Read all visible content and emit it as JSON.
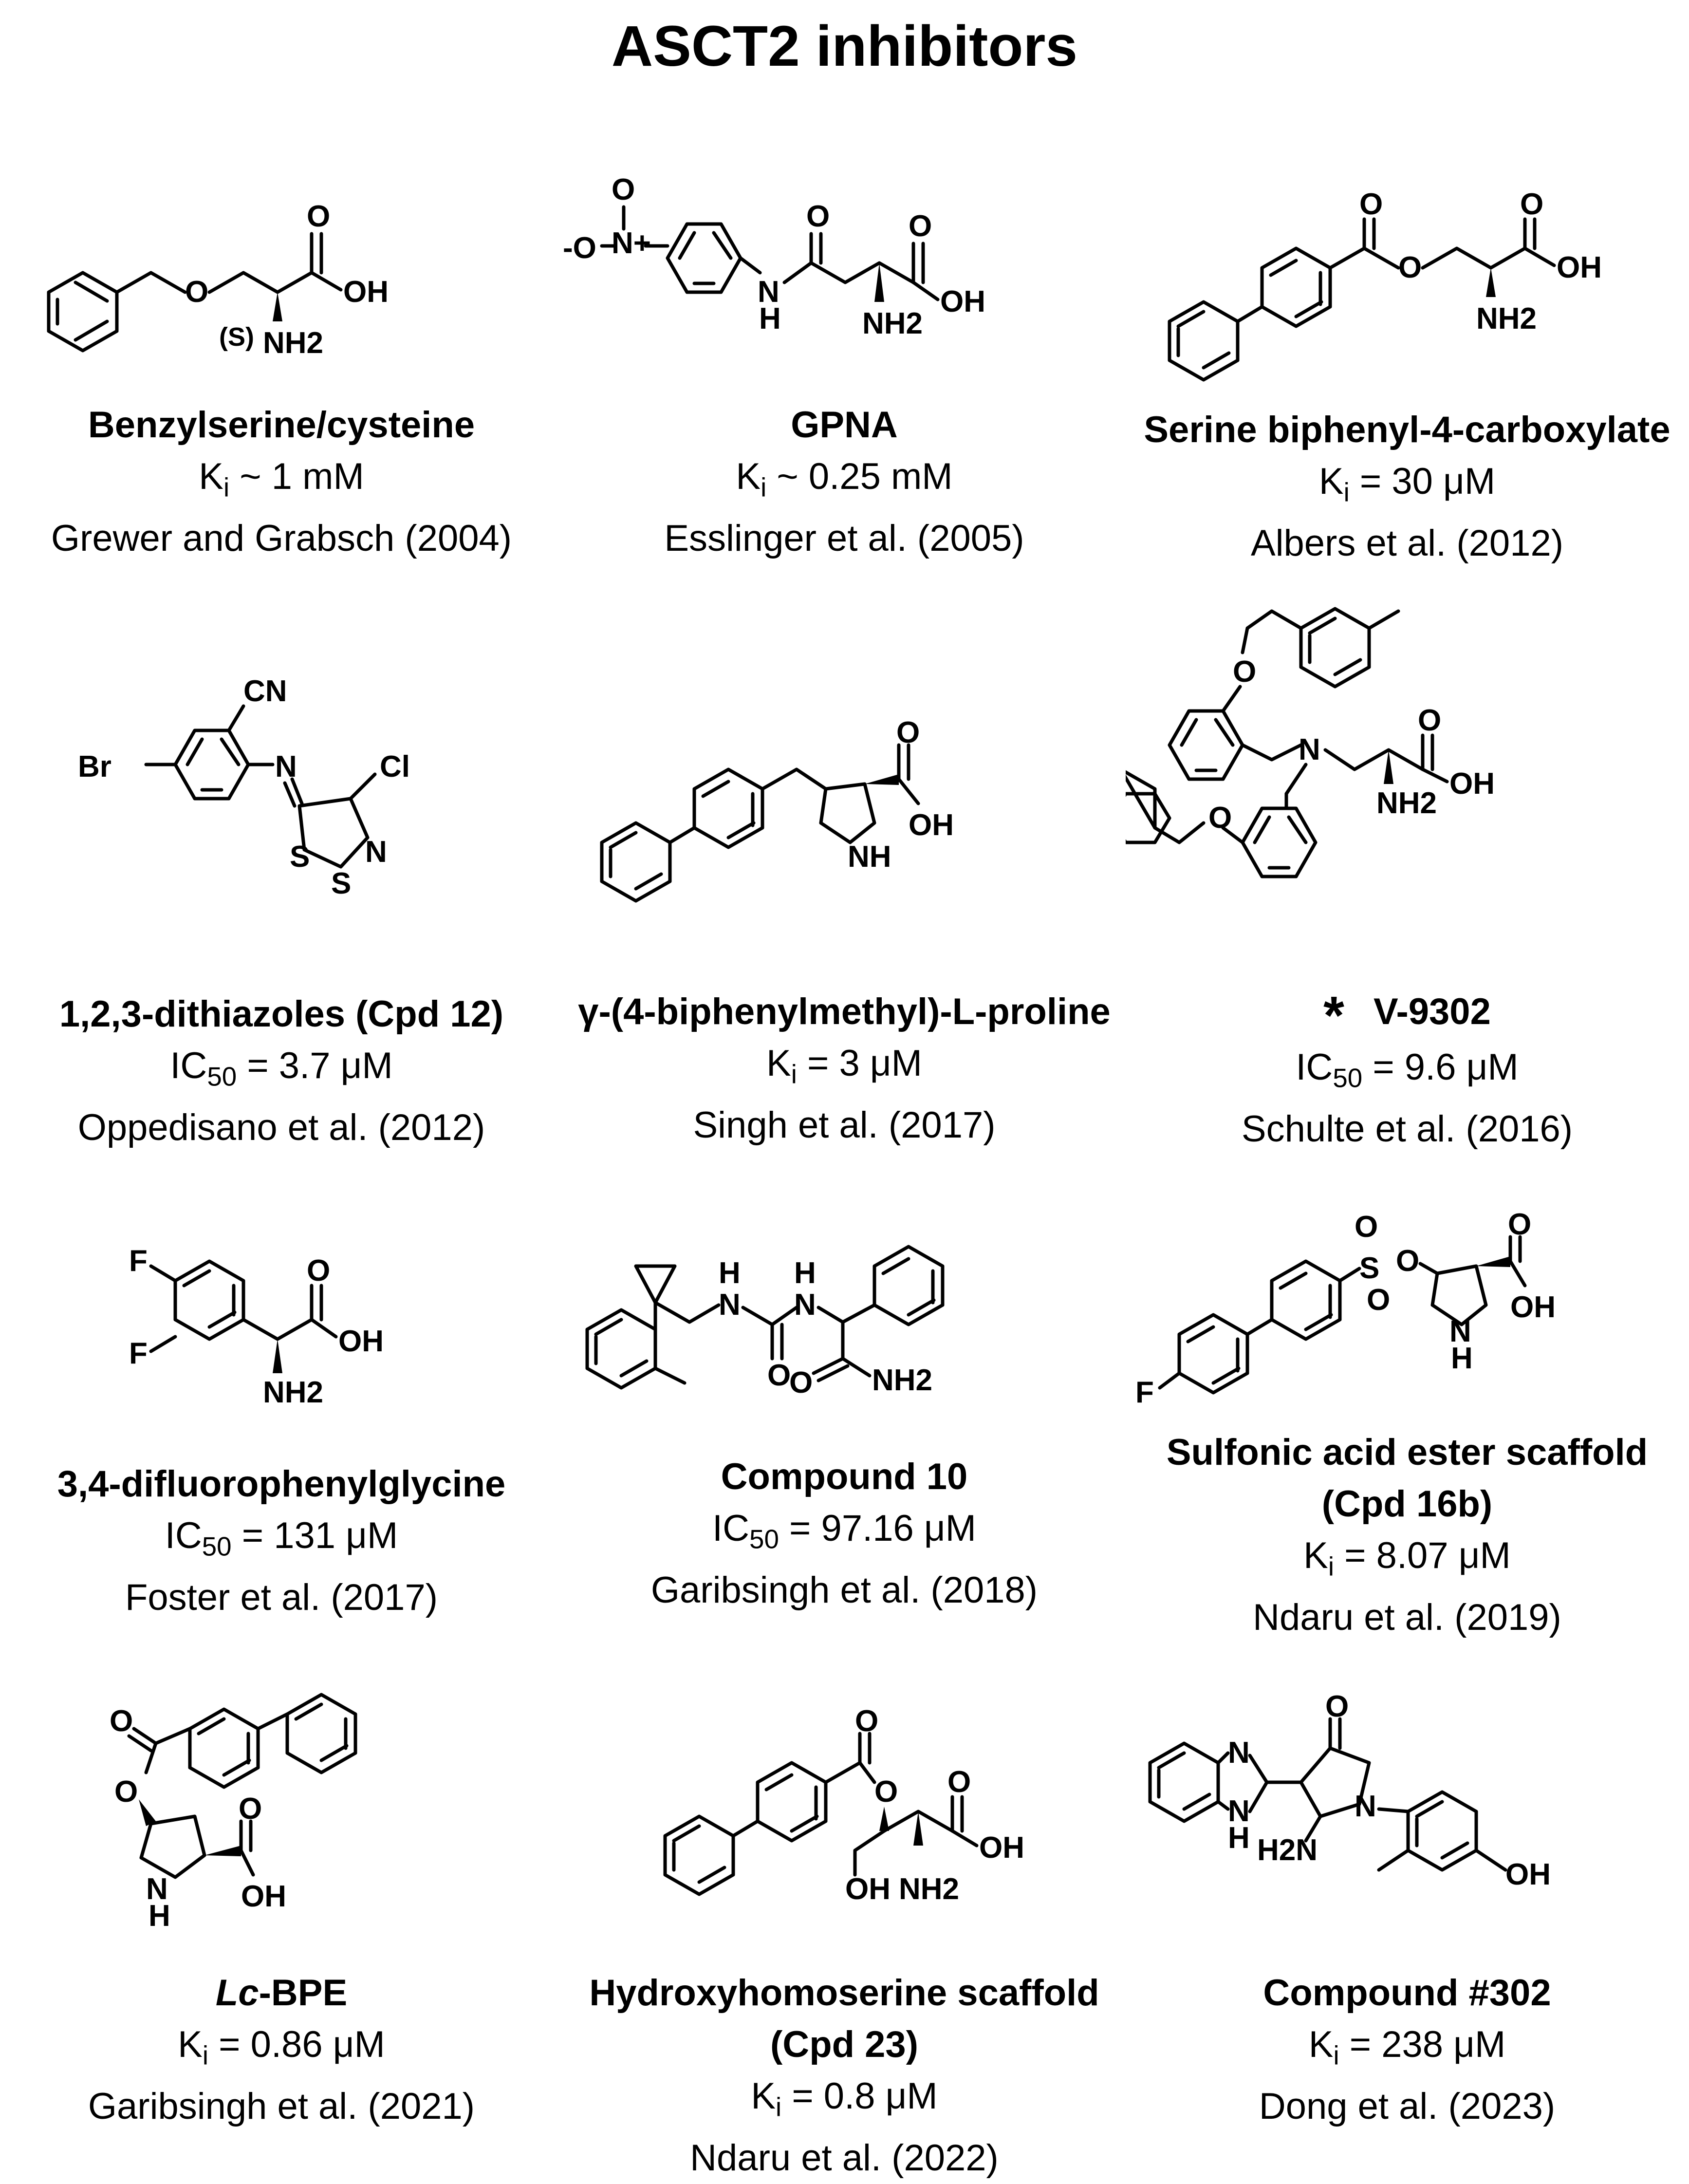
{
  "title": "ASCT2 inhibitors",
  "compounds": [
    {
      "name": "Benzylserine/cysteine",
      "metric": "K",
      "metric_sub": "i",
      "value": "~ 1 mM",
      "ref": "Grewer and Grabsch (2004)",
      "atoms": {
        "o": "O",
        "s": "(S)",
        "oh": "OH",
        "o2": "O",
        "nh2": "NH2"
      }
    },
    {
      "name": "GPNA",
      "metric": "K",
      "metric_sub": "i",
      "value": "~ 0.25 mM",
      "ref": "Esslinger et al. (2005)",
      "atoms": {
        "o_minus": "-O",
        "n_plus": "N+",
        "o_nitro": "O",
        "nh": "N",
        "h": "H",
        "o_amide": "O",
        "o_acid": "O",
        "oh": "OH",
        "nh2": "NH2"
      }
    },
    {
      "name": "Serine biphenyl-4-carboxylate",
      "metric": "K",
      "metric_sub": "i",
      "value": "= 30 μM",
      "ref": "Albers et al. (2012)",
      "atoms": {
        "o_ester": "O",
        "o_ketone": "O",
        "o_acid": "O",
        "oh": "OH",
        "nh2": "NH2"
      }
    },
    {
      "name": "1,2,3-dithiazoles (Cpd 12)",
      "metric": "IC",
      "metric_sub": "50",
      "value": "= 3.7 μM",
      "ref": "Oppedisano et al. (2012)",
      "atoms": {
        "cn": "CN",
        "br": "Br",
        "n": "N",
        "cl": "Cl",
        "s1": "S",
        "s2": "S",
        "n2": "N"
      }
    },
    {
      "name": "γ-(4-biphenylmethyl)-L-proline",
      "metric": "K",
      "metric_sub": "i",
      "value": "= 3 μM",
      "ref": "Singh et al. (2017)",
      "atoms": {
        "nh": "NH",
        "o": "O",
        "oh": "OH"
      }
    },
    {
      "name": "V-9302",
      "marker": "*",
      "metric": "IC",
      "metric_sub": "50",
      "value": "= 9.6 μM",
      "ref": "Schulte et al. (2016)",
      "atoms": {
        "o_top": "O",
        "n": "N",
        "o_left": "O",
        "o_acid": "O",
        "oh": "OH",
        "nh2": "NH2"
      }
    },
    {
      "name": "3,4-difluorophenylglycine",
      "metric": "IC",
      "metric_sub": "50",
      "value": "= 131 μM",
      "ref": "Foster et al. (2017)",
      "atoms": {
        "f1": "F",
        "f2": "F",
        "o": "O",
        "oh": "OH",
        "nh2": "NH2"
      }
    },
    {
      "name": "Compound 10",
      "metric": "IC",
      "metric_sub": "50",
      "value": "= 97.16 μM",
      "ref": "Garibsingh et al. (2018)",
      "atoms": {
        "h1": "H",
        "n1": "N",
        "h2": "H",
        "n2": "N",
        "o_urea": "O",
        "o_amide": "O",
        "nh2": "NH2"
      }
    },
    {
      "name": "Sulfonic acid ester scaffold (Cpd 16b)",
      "metric": "K",
      "metric_sub": "i",
      "value": "= 8.07 μM",
      "ref": "Ndaru et al. (2019)",
      "atoms": {
        "o_top": "O",
        "s": "S",
        "o_bot": "O",
        "o_link": "O",
        "n": "N",
        "h": "H",
        "o_acid": "O",
        "oh": "OH",
        "f": "F"
      }
    },
    {
      "name_italic": "Lc",
      "name": "-BPE",
      "metric": "K",
      "metric_sub": "i",
      "value": "= 0.86 μM",
      "ref": "Garibsingh et al. (2021)",
      "atoms": {
        "o_ketone": "O",
        "o_ester": "O",
        "n": "N",
        "h": "H",
        "o_acid": "O",
        "oh": "OH"
      }
    },
    {
      "name": "Hydroxyhomoserine scaffold (Cpd 23)",
      "metric": "K",
      "metric_sub": "i",
      "value": "= 0.8 μM",
      "ref": "Ndaru et al. (2022)",
      "atoms": {
        "o_ketone": "O",
        "o_ester": "O",
        "o_acid": "O",
        "oh_acid": "OH",
        "oh": "OH",
        "nh2": "NH2"
      }
    },
    {
      "name": "Compound #302",
      "metric": "K",
      "metric_sub": "i",
      "value": "= 238 μM",
      "ref": "Dong et al. (2023)",
      "atoms": {
        "o": "O",
        "n_imid": "N",
        "nh": "N",
        "h": "H",
        "n_pyr": "N",
        "h2n": "H2N",
        "oh": "OH"
      }
    }
  ]
}
